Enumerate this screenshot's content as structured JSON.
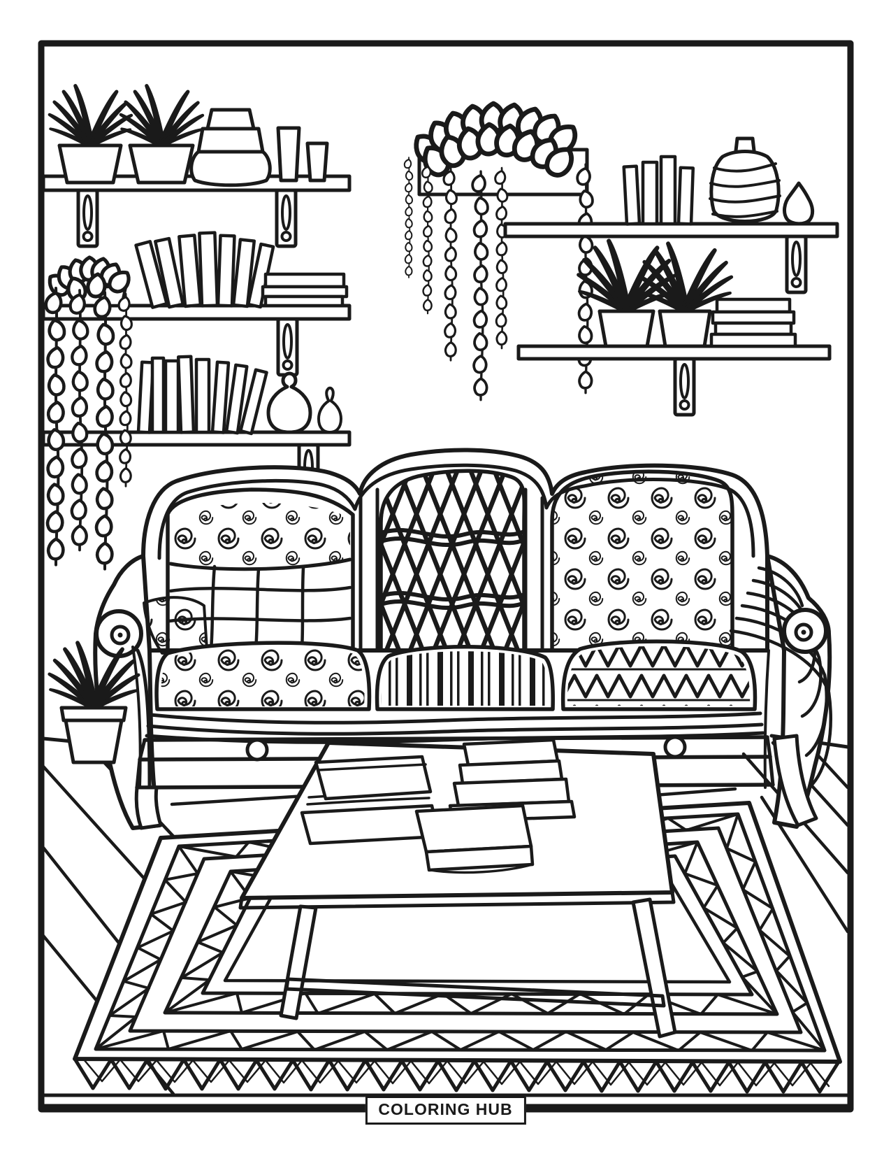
{
  "palette": {
    "ink": "#1a1a1a",
    "paper": "#ffffff"
  },
  "footer": {
    "brand_label": "COLORING HUB"
  },
  "scene": {
    "type": "coloring-page-line-art",
    "room": "living-room",
    "shelves": {
      "top_left": {
        "items": [
          "potted-plant",
          "potted-plant",
          "tiered-vase",
          "tall-cup",
          "short-cup"
        ],
        "brackets": 2
      },
      "middle_left": {
        "items": [
          "trailing-plant",
          "leaning-books",
          "stacked-books"
        ],
        "brackets": 1
      },
      "lower_left": {
        "items": [
          "standing-books",
          "gourd-vase",
          "bud-vase"
        ],
        "brackets": 1
      },
      "upper_right": {
        "items": [
          "standing-books",
          "striped-vase",
          "pear-vase"
        ],
        "brackets": 1
      },
      "lower_right": {
        "items": [
          "potted-plant",
          "potted-plant",
          "stacked-books"
        ],
        "brackets": 1
      }
    },
    "hanging_planter": {
      "position": "top-center",
      "style": "string-of-pearls-strands",
      "strands": 6
    },
    "sofa": {
      "style": "camelback-scroll-arm",
      "back_panels": [
        "spiral-band-over-tufted-grid",
        "zigzag-lattice-with-wavy-ribbons",
        "spiral-rosettes"
      ],
      "seat_cushions": [
        "spiral-rosettes",
        "vertical-stripes",
        "triangle-rows"
      ],
      "arms": [
        "scroll-arm-left",
        "striped-scroll-arm-right"
      ],
      "apron_knobs": 2,
      "legs": 4
    },
    "coffee_table": {
      "items": [
        "book-pile",
        "stacked-books",
        "single-book"
      ],
      "legs": "splayed-with-stretcher"
    },
    "rug": {
      "border": "double-zigzag-triangle-bands",
      "fringe": "triangle-fringe-front-edge"
    },
    "floor": {
      "style": "plank-lines"
    },
    "floor_plant": {
      "position": "front-left",
      "style": "snake-plant-in-pot"
    }
  }
}
